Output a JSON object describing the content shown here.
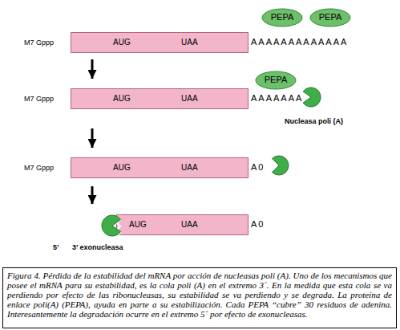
{
  "diagram": {
    "caption": "Figura 4. Pérdida de la estabilidad del mRNA por acción de nucleasas poli (A). Uno de los mecanismos que posee el mRNA para su estabilidad, es la cola poli (A) en el extremo 3´. En la medida que esta cola se va perdiendo por efecto de las ribonucleasas, su estabilidad se va perdiendo y se degrada. La proteína de enlace poli(A) (PEPA), ayuda en parte a su estabilización. Cada PEPA “cubre” 30 residuos de adenina. Interesantemente la degradación ocurre en el extremo 5´ por efecto de exonucleasas.",
    "nodes": [
      {
        "text": [
          "PEPA"
        ]
      },
      {
        "text": [
          "PEPA"
        ]
      },
      {
        "text": [
          "AUG",
          "UAA"
        ]
      },
      {
        "text": [
          "PEPA"
        ]
      },
      {
        "text": [
          "AUG",
          "UAA"
        ]
      },
      {
        "text": [
          "AUG",
          "UAA"
        ]
      },
      {
        "text": [
          "AUG",
          "UAA"
        ]
      }
    ],
    "edges": [
      {
        "from": 2,
        "to": 4,
        "arrow": "to"
      },
      {
        "from": 4,
        "to": 5,
        "arrow": "to"
      },
      {
        "from": 5,
        "to": 6,
        "arrow": "to"
      }
    ],
    "labels": [
      "M7 Gppp",
      "AAAAAAAAAAAAA",
      "M7 Gppp",
      "AAAAAAA",
      "Nucleasa poli (A)",
      "M7 Gppp",
      "A0",
      "A0",
      "5’",
      "3’ exonucleasa"
    ]
  }
}
